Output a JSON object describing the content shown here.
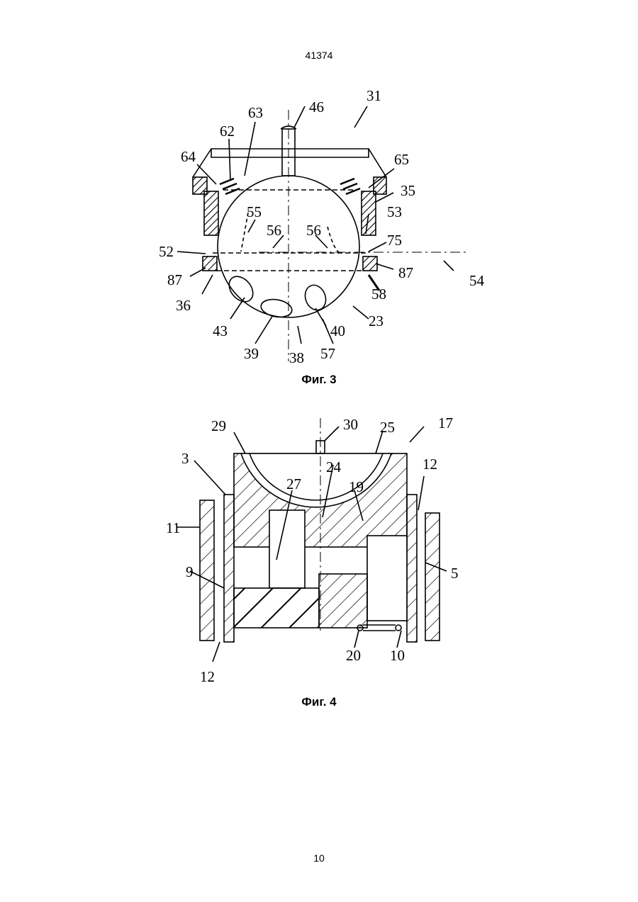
{
  "header": {
    "doc_number": "41374"
  },
  "footer": {
    "page_number": "10"
  },
  "figure3": {
    "caption": "Фиг. 3",
    "labels": [
      "31",
      "46",
      "63",
      "62",
      "64",
      "65",
      "35",
      "53",
      "55",
      "56",
      "56",
      "52",
      "75",
      "87",
      "87",
      "54",
      "36",
      "58",
      "43",
      "23",
      "40",
      "39",
      "38",
      "57"
    ]
  },
  "figure4": {
    "caption": "Фиг. 4",
    "labels": [
      "29",
      "30",
      "25",
      "17",
      "3",
      "24",
      "27",
      "19",
      "12",
      "11",
      "9",
      "5",
      "12",
      "20",
      "10"
    ]
  }
}
